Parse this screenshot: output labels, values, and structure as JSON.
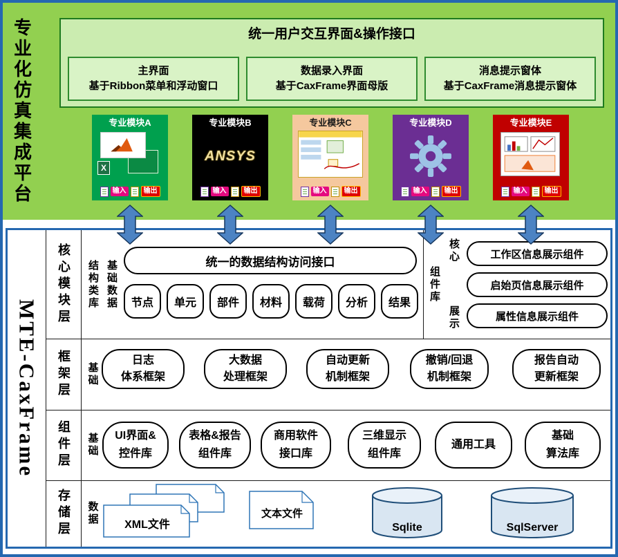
{
  "platform_title": "专业化仿真集成平台",
  "ui_panel": {
    "title": "统一用户交互界面&操作接口",
    "cards": [
      {
        "line1": "主界面",
        "line2": "基于Ribbon菜单和浮动窗口"
      },
      {
        "line1": "数据录入界面",
        "line2": "基于CaxFrame界面母版"
      },
      {
        "line1": "消息提示窗体",
        "line2": "基于CaxFrame消息提示窗体"
      }
    ]
  },
  "modules": [
    {
      "label": "专业模块A",
      "bg": "#00A04E",
      "fg": "#ffffff"
    },
    {
      "label": "专业模块B",
      "bg": "#000000",
      "fg": "#ffffff",
      "logo_text": "ANSYS"
    },
    {
      "label": "专业模块C",
      "bg": "#F5C89E",
      "fg": "#1a1a1a"
    },
    {
      "label": "专业模块D",
      "bg": "#6B2E93",
      "fg": "#ffffff"
    },
    {
      "label": "专业模块E",
      "bg": "#C00000",
      "fg": "#ffffff"
    }
  ],
  "io": {
    "input": "输入",
    "output": "输出"
  },
  "frame_title": "MTE-CaxFrame",
  "core_layer": {
    "label": "核心模块层",
    "sub_col_left": "结构类库",
    "sub_col_right": "基础数据",
    "interface_box": "统一的数据结构访问接口",
    "items": [
      "节点",
      "单元",
      "部件",
      "材料",
      "载荷",
      "分析",
      "结果"
    ],
    "right_sub_col_left": "组件库",
    "right_sub_top": "核心",
    "right_sub_bottom": "展示",
    "right_items": [
      "工作区信息展示组件",
      "启始页信息展示组件",
      "属性信息展示组件"
    ]
  },
  "framework_layer": {
    "label": "框架层",
    "sub": "基础",
    "items": [
      {
        "line1": "日志",
        "line2": "体系框架"
      },
      {
        "line1": "大数据",
        "line2": "处理框架"
      },
      {
        "line1": "自动更新",
        "line2": "机制框架"
      },
      {
        "line1": "撤销/回退",
        "line2": "机制框架"
      },
      {
        "line1": "报告自动",
        "line2": "更新框架"
      }
    ]
  },
  "component_layer": {
    "label": "组件层",
    "sub": "基础",
    "items": [
      {
        "line1": "UI界面&",
        "line2": "控件库"
      },
      {
        "line1": "表格&报告",
        "line2": "组件库"
      },
      {
        "line1": "商用软件",
        "line2": "接口库"
      },
      {
        "line1": "三维显示",
        "line2": "组件库"
      },
      {
        "line1": "通用工具",
        "line2": ""
      },
      {
        "line1": "基础",
        "line2": "算法库"
      }
    ]
  },
  "storage_layer": {
    "label": "存储层",
    "sub": "数据",
    "items": [
      "XML文件",
      "文本文件",
      "Sqlite",
      "SqlServer"
    ]
  },
  "colors": {
    "outer_border": "#2568B0",
    "panel_green": "#92D050",
    "ui_box_fill": "#CBECB0",
    "ui_box_border": "#1E7B1E",
    "card_fill": "#D9F3C6",
    "card_border": "#2E8B2E",
    "arrow_fill": "#4C83C3",
    "arrow_stroke": "#17375E",
    "input_tag_bg": "#E5097F",
    "output_tag_bg": "#E00000",
    "cylinder_fill": "#D9E6F2",
    "cylinder_stroke": "#1F4E79",
    "page_stroke": "#2E75B6"
  }
}
